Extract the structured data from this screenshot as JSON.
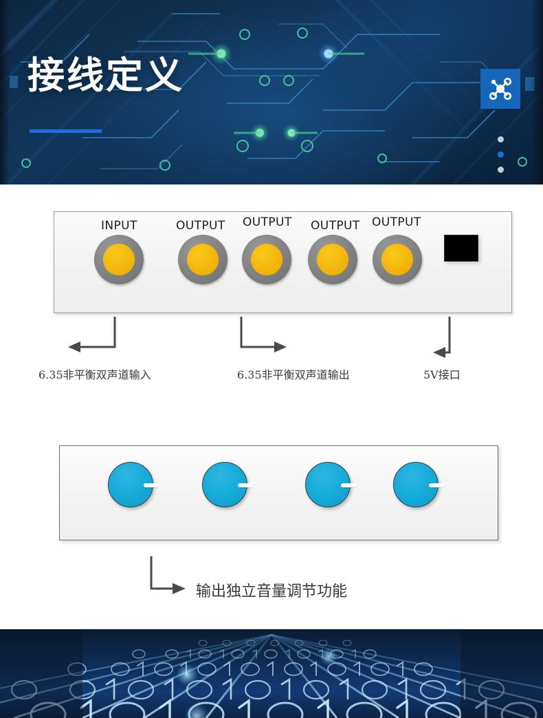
{
  "header": {
    "title": "接线定义",
    "badge_icon": "network-node-icon",
    "accent_color": "#1f6fe0",
    "background_color": "#10365c",
    "dots": [
      {
        "state": "inactive",
        "color": "#c9cdd2"
      },
      {
        "state": "active",
        "color": "#1f6fe0"
      },
      {
        "state": "inactive",
        "color": "#c9cdd2"
      }
    ]
  },
  "connector_panel": {
    "jacks": [
      {
        "label": "INPUT",
        "type": "6.35mm-jack",
        "ring_color": "#808080",
        "core_color": "#f3b70c"
      },
      {
        "label": "OUTPUT",
        "type": "6.35mm-jack",
        "ring_color": "#808080",
        "core_color": "#f3b70c"
      },
      {
        "label": "OUTPUT",
        "type": "6.35mm-jack",
        "ring_color": "#808080",
        "core_color": "#f3b70c"
      },
      {
        "label": "OUTPUT",
        "type": "6.35mm-jack",
        "ring_color": "#808080",
        "core_color": "#f3b70c"
      },
      {
        "label": "OUTPUT",
        "type": "6.35mm-jack",
        "ring_color": "#808080",
        "core_color": "#f3b70c"
      }
    ],
    "power_port": {
      "name": "5v-power-port",
      "color": "#000000"
    }
  },
  "annotations": [
    {
      "text": "6.35非平衡双声道输入",
      "arrow": "down-then-left"
    },
    {
      "text": "6.35非平衡双声道输出",
      "arrow": "down-then-right"
    },
    {
      "text": "5V接口",
      "arrow": "down-then-left"
    }
  ],
  "knob_panel": {
    "knobs": [
      {
        "name": "volume-knob-1",
        "color": "#15a9d8",
        "pointer_direction": "right"
      },
      {
        "name": "volume-knob-2",
        "color": "#15a9d8",
        "pointer_direction": "right"
      },
      {
        "name": "volume-knob-3",
        "color": "#15a9d8",
        "pointer_direction": "right"
      },
      {
        "name": "volume-knob-4",
        "color": "#15a9d8",
        "pointer_direction": "right"
      }
    ],
    "caption": {
      "text": "输出独立音量调节功能",
      "arrow": "down-then-right"
    }
  },
  "footer": {
    "motif": "binary-digit-perspective-grid",
    "background_color": "#123a74"
  }
}
